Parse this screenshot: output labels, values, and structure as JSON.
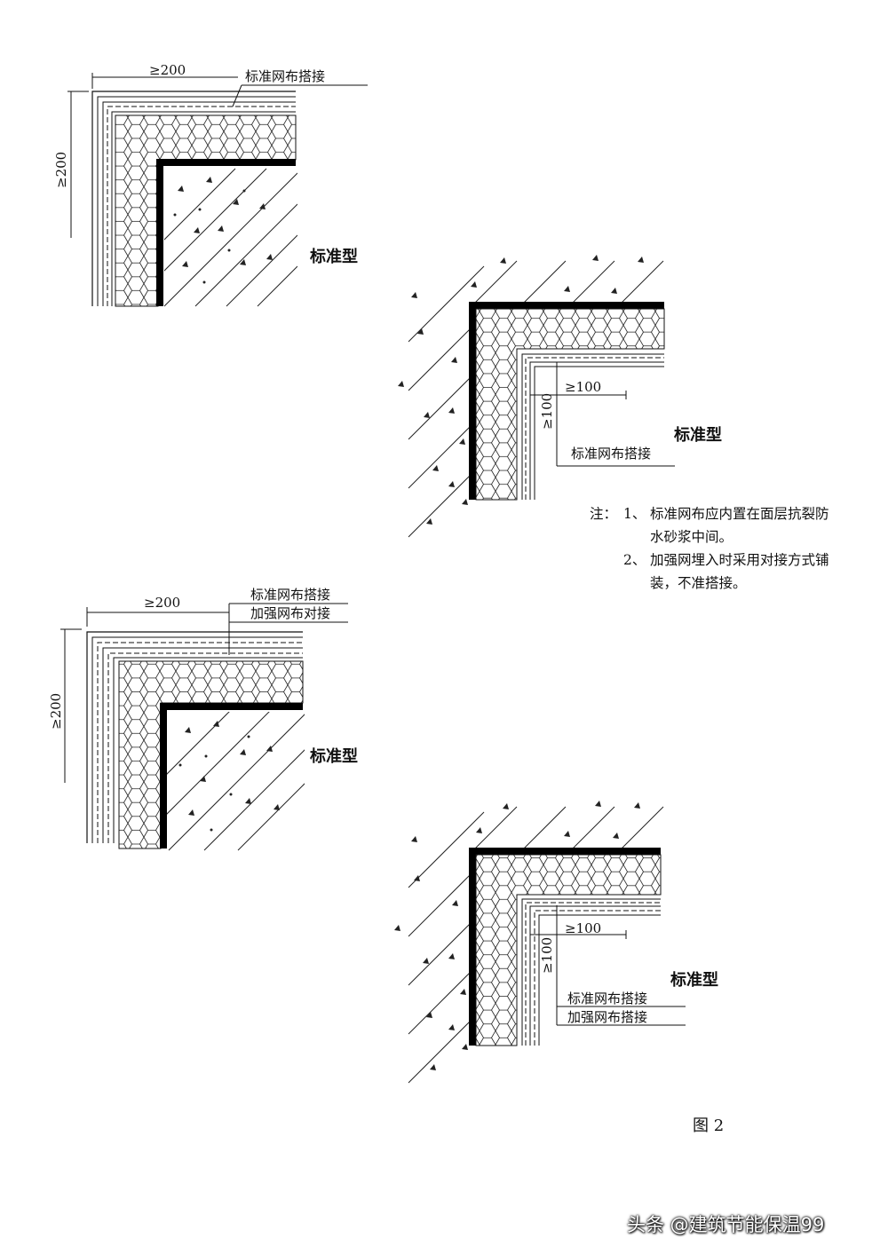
{
  "labels": {
    "std_lap": "标准网布搭接",
    "reinforce_butt": "加强网布对接",
    "reinforce_lap": "加强网布搭接",
    "dim_200": "≥200",
    "dim_100": "≥100",
    "type_standard": "标准型"
  },
  "notes": {
    "prefix": "注：",
    "items": [
      {
        "num": "1、",
        "lines": [
          "标准网布应内置在面层抗裂防",
          "水砂浆中间。"
        ]
      },
      {
        "num": "2、",
        "lines": [
          "加强网埋入时采用对接方式铺",
          "装，不准搭接。"
        ]
      }
    ]
  },
  "figure_label": "图 2",
  "watermark": "头条 @建筑节能保温99",
  "colors": {
    "ink": "#111111",
    "paper": "#ffffff"
  }
}
